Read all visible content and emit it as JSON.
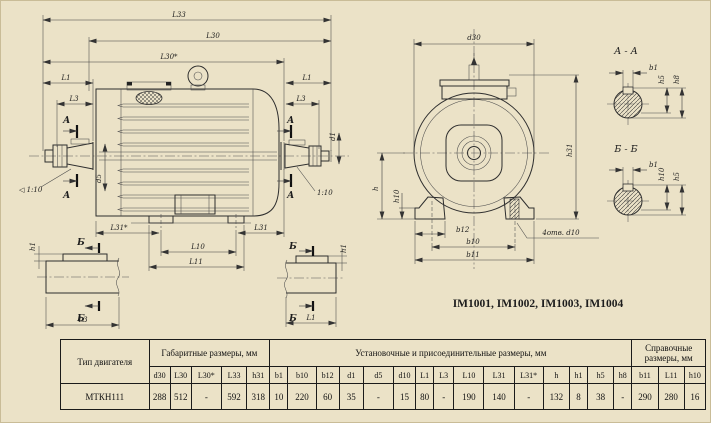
{
  "caption": "IM1001, IM1002, IM1003, IM1004",
  "drawing": {
    "side_view": {
      "L33": "L33",
      "L30": "L30",
      "L30_star": "L30*",
      "L1": "L1",
      "L3": "L3",
      "d5": "d5",
      "d1": "d1",
      "taper_left": "◁ 1:10",
      "taper_right": "1:10",
      "section_mark_a": "А",
      "L31_star": "L31*",
      "L31": "L31",
      "L10": "L10",
      "L11": "L11"
    },
    "front_view": {
      "d30": "d30",
      "h31": "h31",
      "h": "h",
      "h10": "h10",
      "b12": "b12",
      "b10": "b10",
      "b11": "b11",
      "holes": "4отв. d10"
    },
    "section_aa": {
      "title": "А - А",
      "b1": "b1",
      "h5": "h5",
      "h8": "h8"
    },
    "section_bb": {
      "title": "Б - Б",
      "b1": "b1",
      "h10": "h10",
      "h5": "h5"
    },
    "detail_left": {
      "mark": "Б",
      "h1": "h1",
      "length": "L3"
    },
    "detail_right": {
      "mark": "Б",
      "h1": "h1",
      "length": "L1"
    }
  },
  "table": {
    "type_col": "Тип двигателя",
    "group_overall": "Габаритные размеры, мм",
    "group_mounting": "Установочные и присоединительные размеры, мм",
    "group_reference": "Справочные размеры, мм",
    "headers": [
      "d30",
      "L30",
      "L30*",
      "L33",
      "h31",
      "b1",
      "b10",
      "b12",
      "d1",
      "d5",
      "d10",
      "L1",
      "L3",
      "L10",
      "L31",
      "L31*",
      "h",
      "h1",
      "h5",
      "h8",
      "b11",
      "L11",
      "h10"
    ],
    "rows": [
      {
        "type": "МТКН111",
        "values": [
          "288",
          "512",
          "-",
          "592",
          "318",
          "10",
          "220",
          "60",
          "35",
          "-",
          "15",
          "80",
          "-",
          "190",
          "140",
          "-",
          "132",
          "8",
          "38",
          "-",
          "290",
          "280",
          "16"
        ]
      }
    ]
  }
}
